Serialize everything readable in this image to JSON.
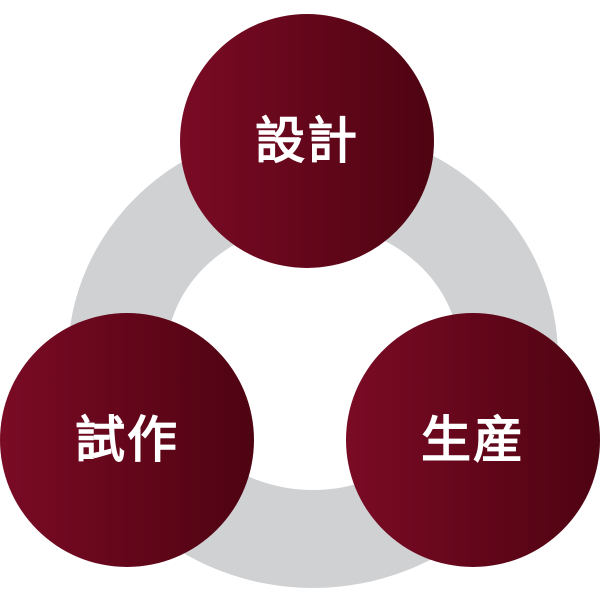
{
  "cycle": {
    "nodes": [
      {
        "id": "design",
        "label": "設計"
      },
      {
        "id": "prototype",
        "label": "試作"
      },
      {
        "id": "production",
        "label": "生産"
      }
    ]
  },
  "colors": {
    "node_fill_light": "#7a0b25",
    "node_fill_dark": "#4e0412",
    "ring": "#d0d1d3",
    "label": "#ffffff"
  }
}
